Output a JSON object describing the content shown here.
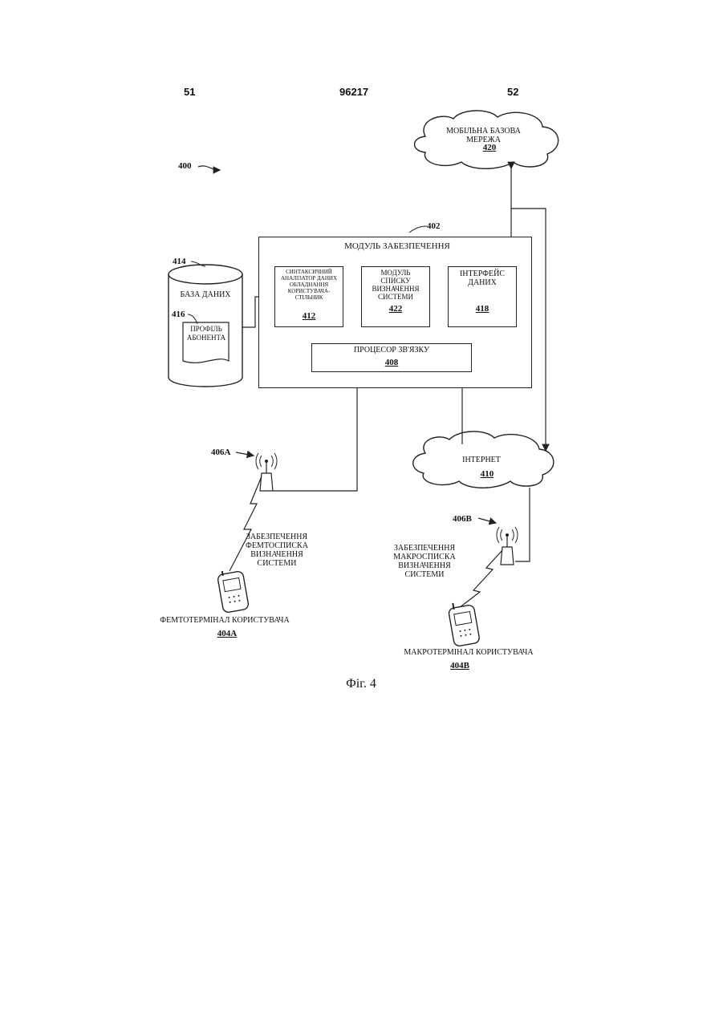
{
  "header": {
    "left_page": "51",
    "doc_number": "96217",
    "right_page": "52"
  },
  "figure": {
    "caption": "Фіг. 4",
    "system_ref": "400",
    "provisioning_module": {
      "ref": "402",
      "title": "МОДУЛЬ ЗАБЕЗПЕЧЕННЯ"
    },
    "parser": {
      "label": "СИНТАКСИЧНИЙ АНАЛІЗАТОР ДАНИХ ОБЛАДНАННЯ КОРИСТУВАЧА-СТІЛЬНИК",
      "num": "412"
    },
    "list_module": {
      "label": "МОДУЛЬ СПИСКУ ВИЗНАЧЕННЯ СИСТЕМИ",
      "num": "422"
    },
    "data_interface": {
      "label": "ІНТЕРФЕЙС ДАНИХ",
      "num": "418"
    },
    "comm_processor": {
      "label": "ПРОЦЕСОР ЗВ'ЯЗКУ",
      "num": "408"
    },
    "database": {
      "ref": "414",
      "label": "БАЗА ДАНИХ"
    },
    "profile": {
      "ref": "416",
      "label": "ПРОФІЛЬ АБОНЕНТА"
    },
    "mobile_network": {
      "label": "МОБІЛЬНА БАЗОВА МЕРЕЖА",
      "num": "420"
    },
    "internet": {
      "label": "ІНТЕРНЕТ",
      "num": "410"
    },
    "femto_ap": {
      "ref": "406A"
    },
    "macro_ap": {
      "ref": "406B"
    },
    "femto_note": "ЗАБЕЗПЕЧЕННЯ ФЕМТОСПИСКА ВИЗНАЧЕННЯ СИСТЕМИ",
    "macro_note": "ЗАБЕЗПЕЧЕННЯ МАКРОСПИСКА ВИЗНАЧЕННЯ СИСТЕМИ",
    "femto_terminal": {
      "label": "ФЕМТОТЕРМІНАЛ КОРИСТУВАЧА",
      "num": "404A"
    },
    "macro_terminal": {
      "label": "МАКРОТЕРМІНАЛ КОРИСТУВАЧА",
      "num": "404B"
    }
  }
}
